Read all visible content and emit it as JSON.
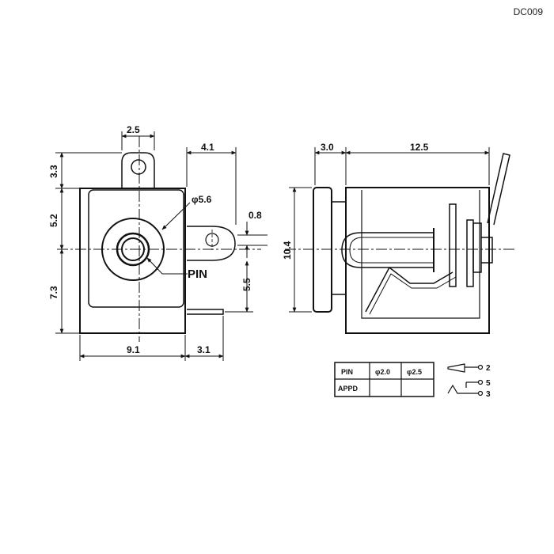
{
  "model": "DC009",
  "front_view": {
    "dims": {
      "tab_width": "2.5",
      "tab_height": "3.3",
      "body_upper": "5.2",
      "body_lower": "7.3",
      "hole_diameter": "φ5.6",
      "pin_offset": "4.1",
      "pin_thickness": "0.8",
      "pin_height": "5.5",
      "body_width": "9.1",
      "pin_width": "3.1"
    },
    "pin_label": "PIN"
  },
  "side_view": {
    "dims": {
      "flange_depth": "3.0",
      "body_length": "12.5",
      "flange_height": "10.4"
    }
  },
  "table": {
    "row1": [
      "PIN",
      "φ2.0",
      "φ2.5"
    ],
    "row2": [
      "APPD",
      "",
      ""
    ]
  },
  "schematic": {
    "pins": [
      "2",
      "5",
      "3"
    ]
  }
}
